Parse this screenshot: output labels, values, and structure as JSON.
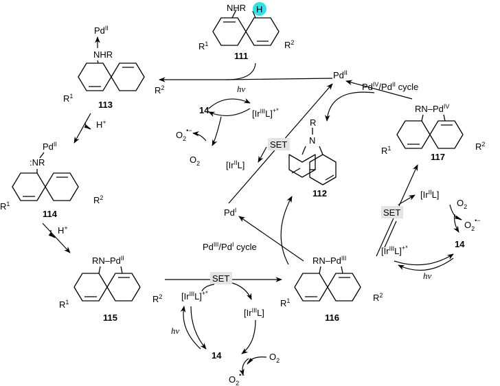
{
  "colors": {
    "highlight": "#33e0e6",
    "set_box": "#e4e4e4",
    "ink": "#000000"
  },
  "compounds": {
    "c111": {
      "number": "111",
      "amine": "NHR",
      "h_label": "H",
      "r1": "R",
      "r1_sup": "1",
      "r2": "R",
      "r2_sup": "2"
    },
    "c113": {
      "number": "113",
      "metal": "Pd",
      "metal_ox": "II",
      "amine": "NHR",
      "r1": "R",
      "r1_sup": "1",
      "r2": "R",
      "r2_sup": "2"
    },
    "c114": {
      "number": "114",
      "metal": "Pd",
      "metal_ox": "II",
      "amine": ":NR",
      "r1": "R",
      "r1_sup": "1",
      "r2": "R",
      "r2_sup": "2"
    },
    "c115": {
      "number": "115",
      "amine": "RN–Pd",
      "metal_ox": "II",
      "r1": "R",
      "r1_sup": "1",
      "r2": "R",
      "r2_sup": "2"
    },
    "c116": {
      "number": "116",
      "amine": "RN–Pd",
      "metal_ox": "III",
      "r1": "R",
      "r1_sup": "1",
      "r2": "R",
      "r2_sup": "2"
    },
    "c117": {
      "number": "117",
      "amine": "RN–Pd",
      "metal_ox": "IV",
      "r1": "R",
      "r1_sup": "1",
      "r2": "R",
      "r2_sup": "2"
    },
    "c112": {
      "number": "112",
      "n_sub": "R",
      "n_atom": "N"
    }
  },
  "labels": {
    "pd2": "Pd",
    "pd2_ox": "II",
    "pd1": "Pd",
    "pd1_ox": "I",
    "pd4_cycle": "Pd",
    "pd4_cycle_ox": "IV",
    "pd4_cycle_mid": "/Pd",
    "pd4_cycle_ox2": "II",
    "pd4_cycle_tail": " cycle",
    "pd3_cycle": "Pd",
    "pd3_cycle_ox": "III",
    "pd3_cycle_mid": "/Pd",
    "pd3_cycle_ox2": "I",
    "pd3_cycle_tail": " cycle",
    "h_plus": "H",
    "plus": "+",
    "set": "SET",
    "hv": "hν",
    "cat_num": "14",
    "ir": "[Ir",
    "ir_ox3": "III",
    "ir_ox2": "II",
    "ir_tail": "L]",
    "ir_star": "+*",
    "o2": "O",
    "o2_sub": "2",
    "o2_sup": "•−"
  }
}
